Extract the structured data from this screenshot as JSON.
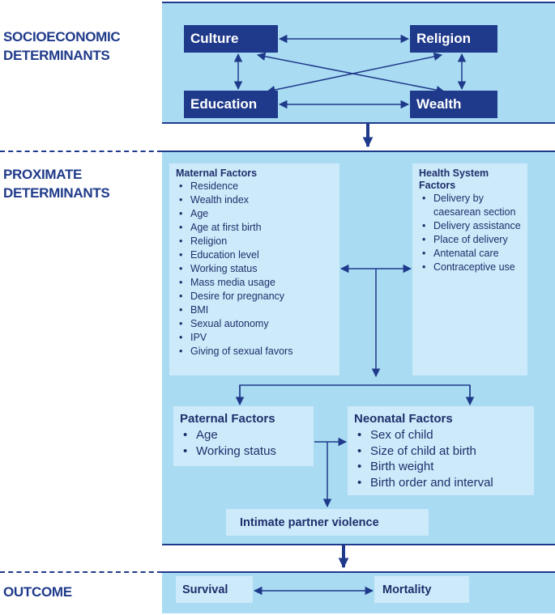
{
  "sections": {
    "socioeconomic": "SOCIOECONOMIC\nDETERMINANTS",
    "proximate": "PROXIMATE\nDETERMINANTS",
    "outcome": "OUTCOME"
  },
  "determinants": {
    "culture": "Culture",
    "religion": "Religion",
    "education": "Education",
    "wealth": "Wealth"
  },
  "maternal": {
    "title": "Maternal Factors",
    "items": [
      "Residence",
      "Wealth index",
      "Age",
      "Age at first birth",
      "Religion",
      "Education level",
      "Working status",
      "Mass media usage",
      "Desire for pregnancy",
      "BMI",
      "Sexual autonomy",
      "IPV",
      "Giving of sexual favors"
    ]
  },
  "health_system": {
    "title": "Health System\nFactors",
    "items": [
      "Delivery by caesarean section",
      "Delivery assistance",
      "Place of delivery",
      "Antenatal care",
      "Contraceptive use"
    ]
  },
  "paternal": {
    "title": "Paternal Factors",
    "items": [
      "Age",
      "Working status"
    ]
  },
  "neonatal": {
    "title": "Neonatal Factors",
    "items": [
      "Sex of child",
      "Size of child at birth",
      "Birth weight",
      "Birth order and interval"
    ]
  },
  "ipv_box": "Intimate partner violence",
  "outcome": {
    "survival": "Survival",
    "mortality": "Mortality"
  },
  "colors": {
    "navy": "#1f3a8a",
    "band": "#a9dbf3",
    "panel": "#cdeafa"
  }
}
